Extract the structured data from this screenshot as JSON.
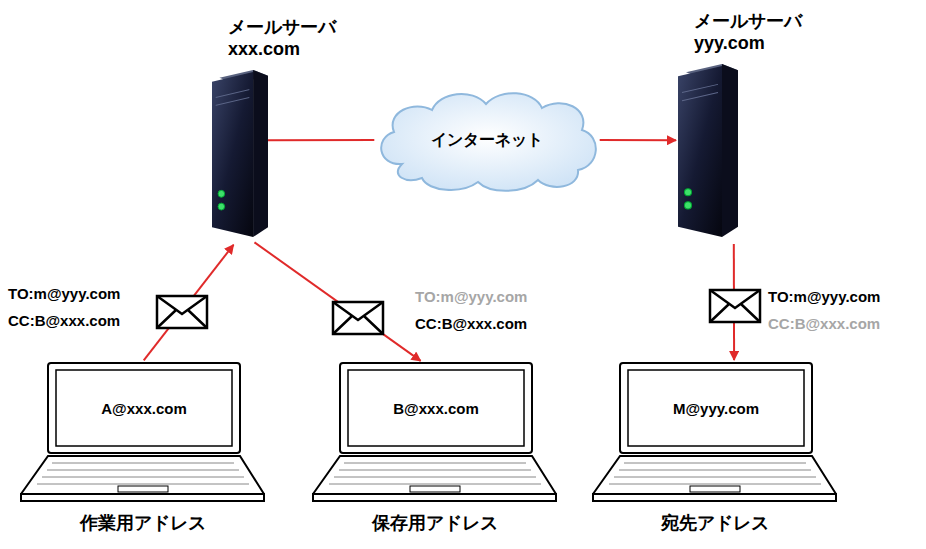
{
  "diagram": {
    "nodes": [
      {
        "text": [
          "メールサーバ",
          "xxx.com"
        ]
      },
      {
        "text": [
          "インターネット"
        ]
      },
      {
        "text": [
          "メールサーバ",
          "yyy.com"
        ]
      },
      {
        "text": [
          "A@xxx.com",
          "作業用アドレス"
        ]
      },
      {
        "text": [
          "B@xxx.com",
          "保存用アドレス"
        ]
      },
      {
        "text": [
          "M@yyy.com",
          "宛先アドレス"
        ]
      }
    ],
    "edges": [
      {
        "from": 3,
        "to": 0,
        "arrow": "to"
      },
      {
        "from": 0,
        "to": 4,
        "arrow": "to"
      },
      {
        "from": 0,
        "to": 1,
        "arrow": "none"
      },
      {
        "from": 1,
        "to": 2,
        "arrow": "to"
      },
      {
        "from": 2,
        "to": 5,
        "arrow": "to"
      }
    ],
    "labels": [
      "TO:m@yyy.com",
      "CC:B@xxx.com",
      "TO:m@yyy.com",
      "CC:B@xxx.com",
      "TO:m@yyy.com",
      "CC:B@xxx.com"
    ]
  }
}
